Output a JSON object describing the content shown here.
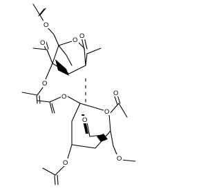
{
  "structure": {
    "atoms": {
      "o_acetyl_top": "O",
      "o_ring_top": "O",
      "o_top_left": "O",
      "o_top_right": "O",
      "o_mid_left": "O",
      "o_mid_acetyl": "O",
      "o_bottom_left": "O",
      "o_ring_bottom": "O",
      "o_bottom_right": "O",
      "o_bottom_center": "O",
      "o_methoxy": "O"
    }
  }
}
